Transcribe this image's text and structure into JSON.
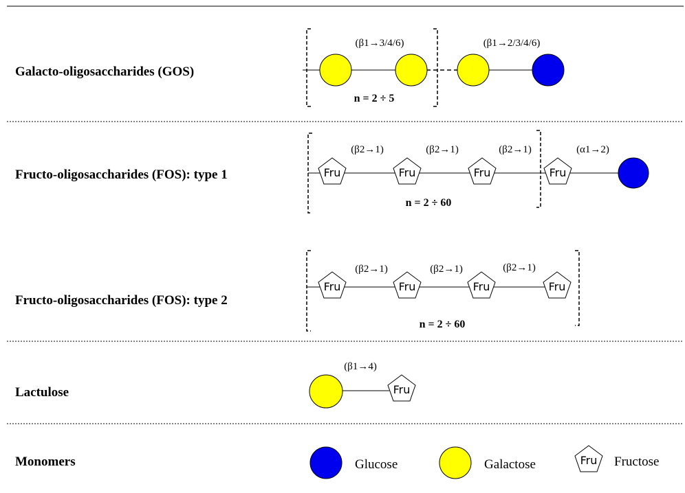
{
  "colors": {
    "glucose": "#0000ee",
    "galactose": "#ffff00",
    "fructose_fill": "#ffffff",
    "line": "#000000"
  },
  "fru_text": "Fru",
  "rows": [
    {
      "label": "Galacto-oligosaccharides (GOS)",
      "links": [
        "(β1→3/4/6)",
        "(β1→2/3/4/6)"
      ],
      "repeat": "n = 2 ÷ 5"
    },
    {
      "label": "Fructo-oligosaccharides (FOS): type 1",
      "links": [
        "(β2→1)",
        "(β2→1)",
        "(β2→1)",
        "(α1→2)"
      ],
      "repeat": "n = 2 ÷ 60"
    },
    {
      "label": "Fructo-oligosaccharides (FOS): type 2",
      "links": [
        "(β2→1)",
        "(β2→1)",
        "(β2→1)"
      ],
      "repeat": "n = 2 ÷ 60"
    },
    {
      "label": "Lactulose",
      "links": [
        "(β1→4)"
      ]
    },
    {
      "label": "Monomers",
      "legend": [
        "Glucose",
        "Galactose",
        "Fructose"
      ]
    }
  ]
}
